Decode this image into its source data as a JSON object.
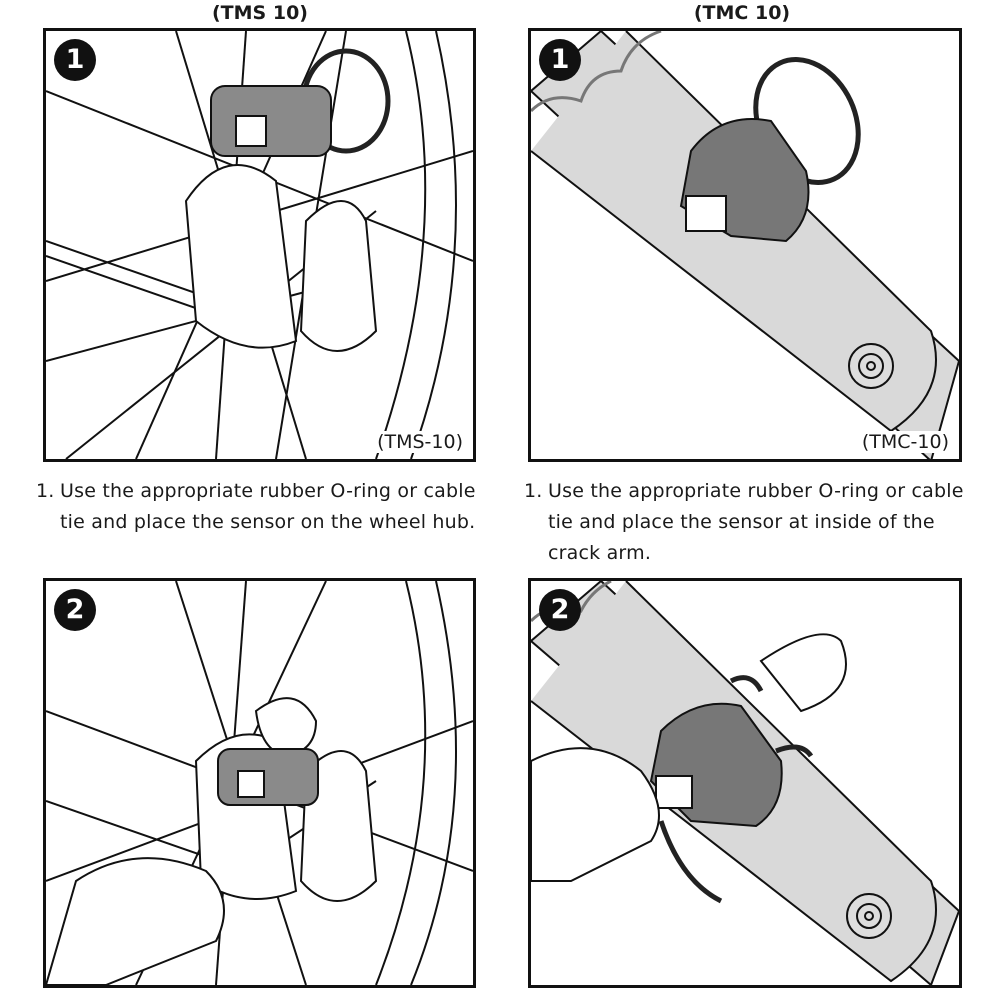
{
  "headings": {
    "left": "(TMS 10)",
    "right": "(TMC 10)"
  },
  "panels": {
    "tms_step1": {
      "step": "1",
      "model": "(TMS-10)"
    },
    "tmc_step1": {
      "step": "1",
      "model": "(TMC-10)"
    },
    "tms_step2": {
      "step": "2"
    },
    "tmc_step2": {
      "step": "2"
    }
  },
  "captions": {
    "left": {
      "number": "1.",
      "text": "Use the appropriate rubber O-ring or cable tie and place the sensor on the wheel hub."
    },
    "right": {
      "number": "1.",
      "text": "Use the appropriate rubber O-ring or cable tie and place the sensor at inside of the crack arm."
    }
  },
  "colors": {
    "outline": "#111111",
    "sensor": "#7a7a7a",
    "arm": "#d9d9d9"
  }
}
